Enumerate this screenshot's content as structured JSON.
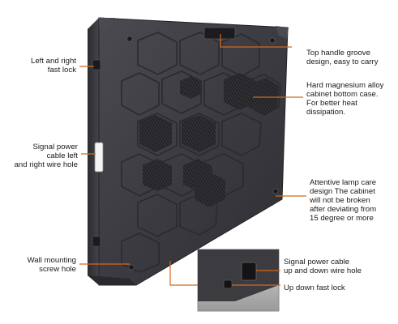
{
  "callouts": {
    "fast_lock_lr": "Left and right\nfast lock",
    "signal_power_lr": "Signal power\ncable left\nand right wire hole",
    "wall_mount": "Wall mounting\nscrew hole",
    "top_handle": "Top handle groove\ndesign, easy to carry",
    "magnesium": "Hard magnesium alloy\ncabinet bottom case.\nFor better heat\ndissipation.",
    "lamp_care": "Attentive lamp care\ndesign The cabinet\nwill not be broken\nafter deviating from\n15 degree or more",
    "signal_power_ud": "Signal power cable\nup and down wire hole",
    "fast_lock_ud": "Up down fast lock"
  },
  "colors": {
    "leader": "#d2691e",
    "panel": "#3a3a3f",
    "panel_edge": "#2a2a2e"
  }
}
